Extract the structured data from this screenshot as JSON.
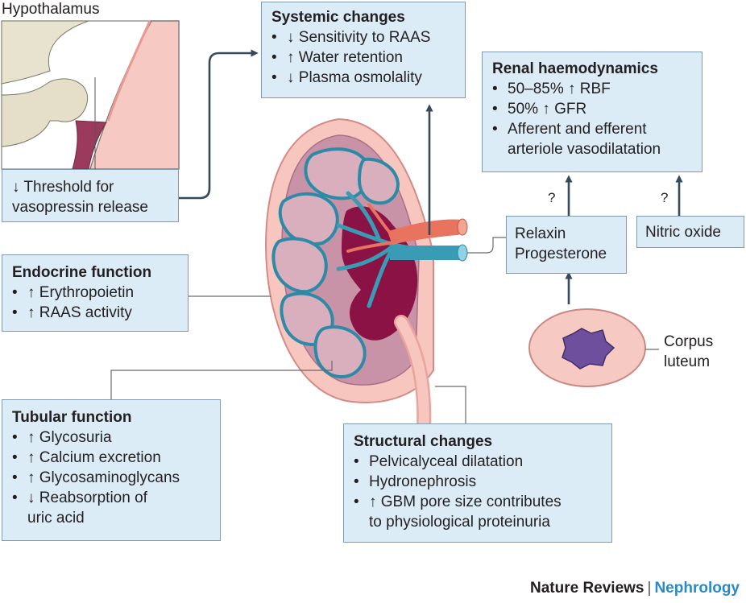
{
  "hypothalamus": {
    "label": "Hypothalamus",
    "lines": [
      "↓ Threshold for",
      "vasopressin release"
    ]
  },
  "systemic": {
    "title": "Systemic changes",
    "items": [
      {
        "bullet": "•",
        "text": "↓ Sensitivity to RAAS"
      },
      {
        "bullet": "•",
        "text": "↑ Water retention"
      },
      {
        "bullet": "•",
        "text": "↓ Plasma osmolality"
      }
    ]
  },
  "renal": {
    "title": "Renal haemodynamics",
    "items": [
      {
        "bullet": "•",
        "text": "50–85% ↑ RBF"
      },
      {
        "bullet": "•",
        "text": "50% ↑ GFR"
      },
      {
        "bullet": "•",
        "text": "Afferent and efferent"
      },
      {
        "bullet": "",
        "text": "arteriole vasodilatation"
      }
    ]
  },
  "relaxin": {
    "lines": [
      "Relaxin",
      "Progesterone"
    ],
    "question": "?"
  },
  "nitric": {
    "text": "Nitric oxide",
    "question": "?"
  },
  "corpus": {
    "lines": [
      "Corpus",
      "luteum"
    ]
  },
  "endocrine": {
    "title": "Endocrine function",
    "items": [
      {
        "bullet": "•",
        "text": "↑ Erythropoietin"
      },
      {
        "bullet": "•",
        "text": "↑ RAAS activity"
      }
    ]
  },
  "tubular": {
    "title": "Tubular function",
    "items": [
      {
        "bullet": "•",
        "text": "↑ Glycosuria"
      },
      {
        "bullet": "•",
        "text": "↑ Calcium excretion"
      },
      {
        "bullet": "•",
        "text": "↑ Glycosaminoglycans"
      },
      {
        "bullet": "•",
        "text": "↓ Reabsorption of"
      },
      {
        "bullet": "",
        "text": "uric acid"
      }
    ]
  },
  "structural": {
    "title": "Structural changes",
    "items": [
      {
        "bullet": "•",
        "text": "Pelvicalyceal dilatation"
      },
      {
        "bullet": "•",
        "text": "Hydronephrosis"
      },
      {
        "bullet": "•",
        "text": "↑ GBM pore size contributes"
      },
      {
        "bullet": "",
        "text": "to physiological proteinuria"
      }
    ]
  },
  "footer": {
    "journal": "Nature Reviews",
    "separator": "|",
    "section": "Nephrology"
  },
  "colors": {
    "box_fill": "#dcecf7",
    "box_border": "#7f9bb0",
    "arrow": "#354a5a",
    "kidney_outer": "#f7c6bf",
    "kidney_cortex": "#c993a7",
    "pelvis": "#8a1245",
    "vein": "#3a9bb5",
    "artery": "#e8735e",
    "footer_accent": "#2a8ac7"
  }
}
